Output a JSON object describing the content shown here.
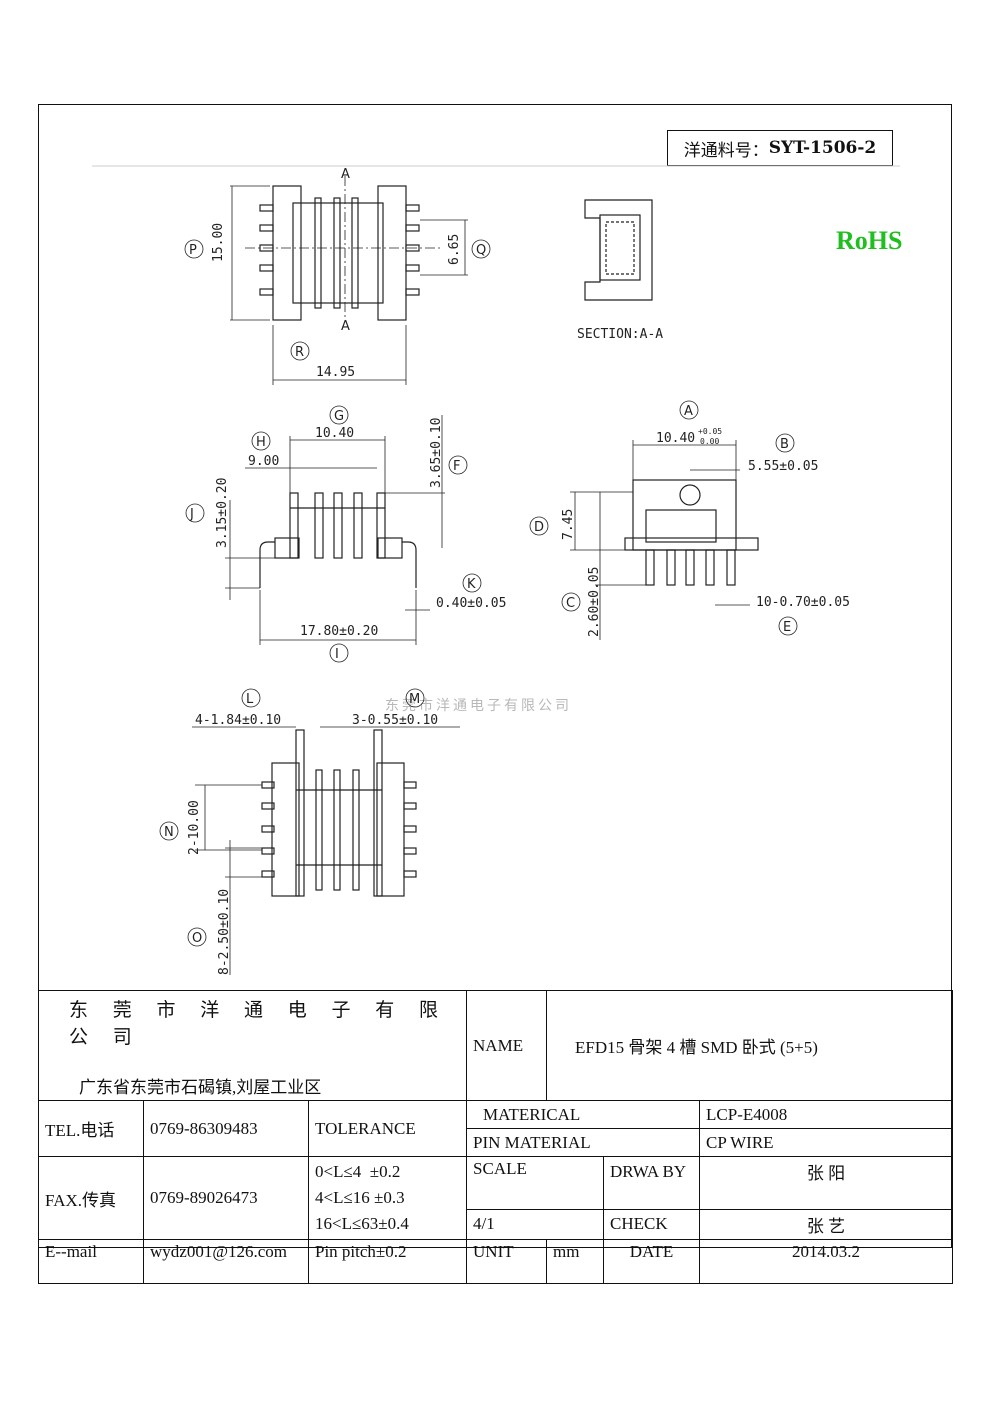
{
  "header": {
    "part_label": "洋通料号：",
    "part_number": "SYT-1506-2",
    "rohs": "RoHS"
  },
  "drawing": {
    "section_label": "SECTION:A-A",
    "watermark": "东莞市洋通电子有限公司",
    "callouts": [
      "A",
      "B",
      "C",
      "D",
      "E",
      "F",
      "G",
      "H",
      "I",
      "J",
      "K",
      "L",
      "M",
      "N",
      "O",
      "P",
      "Q",
      "R"
    ],
    "dims": {
      "p": "15.00",
      "q": "6.65",
      "r": "14.95",
      "g": "10.40",
      "h": "9.00",
      "f": "3.65±0.10",
      "j": "3.15±0.20",
      "k": "0.40±0.05",
      "i": "17.80±0.20",
      "a": "10.40",
      "a_tol_top": "+0.05",
      "a_tol_bot": "0.00",
      "b": "5.55±0.05",
      "d": "7.45",
      "c": "2.60±0.05",
      "e": "10-0.70±0.05",
      "l": "4-1.84±0.10",
      "m": "3-0.55±0.10",
      "n": "2-10.00",
      "o": "8-2.50±0.10",
      "section_arrow": "A"
    }
  },
  "title_block": {
    "company": "东 莞 市 洋 通 电 子 有 限 公 司",
    "address": "广东省东莞市石碣镇,刘屋工业区",
    "name_label": "NAME",
    "name_value": "EFD15 骨架 4 槽 SMD 卧式 (5+5)",
    "tel_label": "TEL.电话",
    "tel_value": "0769-86309483",
    "fax_label": "FAX.传真",
    "fax_value": "0769-89026473",
    "email_label": "E--mail",
    "email_value": "wydz001@126.com",
    "tolerance_label": "TOLERANCE",
    "tol_1": "0<L≤4  ±0.2",
    "tol_2": "4<L≤16 ±0.3",
    "tol_3": "16<L≤63±0.4",
    "tol_4": "Pin pitch±0.2",
    "material_label": "MATERICAL",
    "material_value": "LCP-E4008",
    "pin_material_label": "PIN MATERIAL",
    "pin_material_value": "CP WIRE",
    "scale_label": "SCALE",
    "scale_value": "4/1",
    "drawn_by_label": "DRWA BY",
    "drawn_by_value": "张 阳",
    "check_label": "CHECK",
    "check_value": "张 艺",
    "unit_label": "UNIT",
    "unit_value": "mm",
    "date_label": "DATE",
    "date_value": "2014.03.2"
  }
}
